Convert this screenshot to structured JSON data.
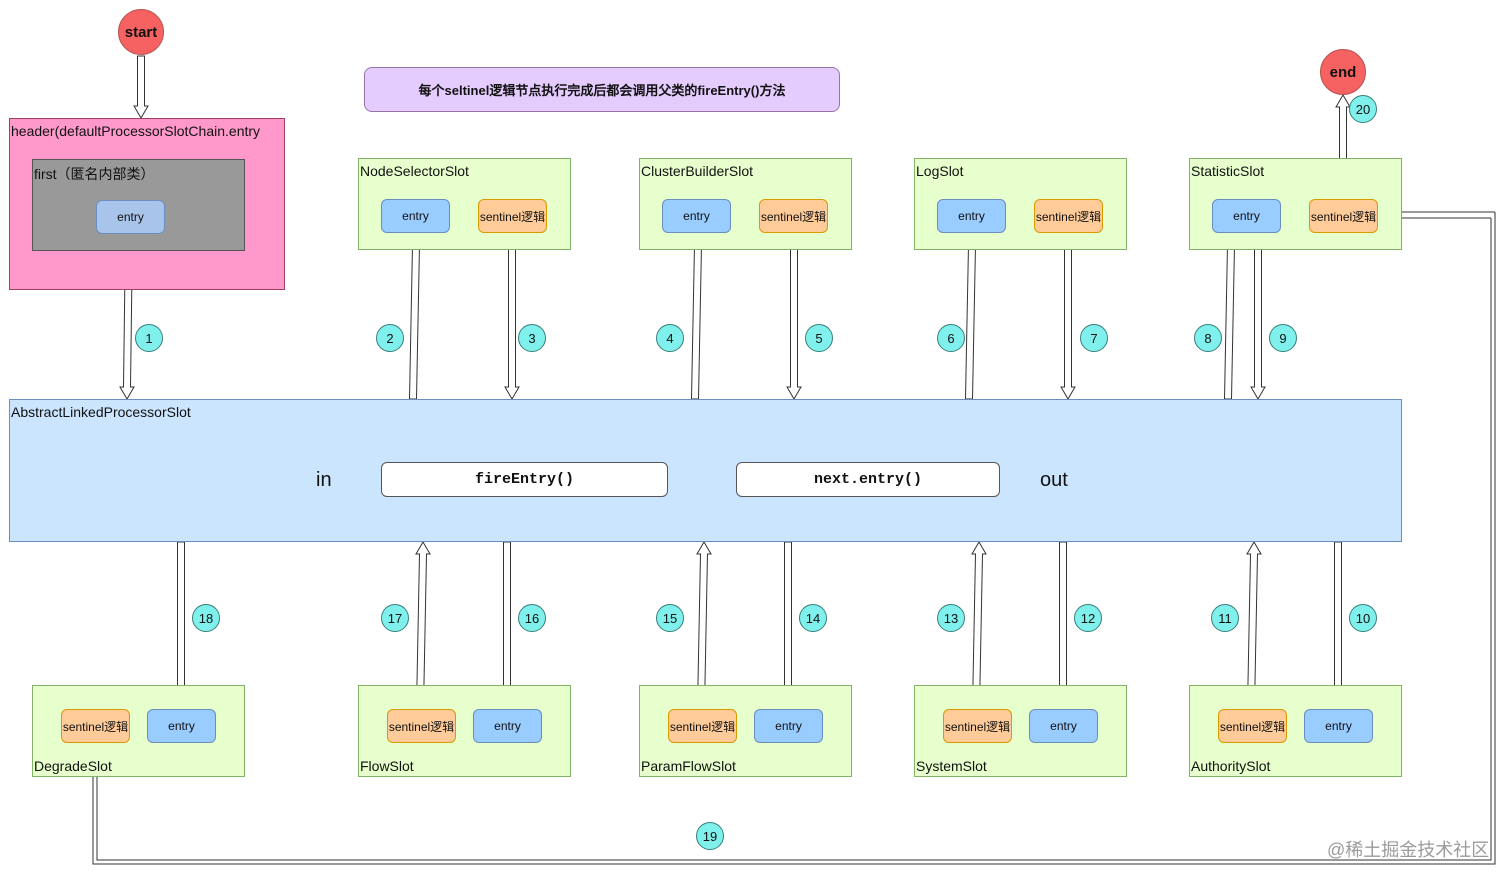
{
  "start_label": "start",
  "end_label": "end",
  "note": "每个seltinel逻辑节点执行完成后都会调用父类的fireEntry()方法",
  "header_box": {
    "title": "header(defaultProcessorSlotChain.entry",
    "inner_title": "first（匿名内部类）",
    "entry_label": "entry"
  },
  "top_slots": [
    {
      "name": "NodeSelectorSlot",
      "entry": "entry",
      "logic": "sentinel逻辑"
    },
    {
      "name": "ClusterBuilderSlot",
      "entry": "entry",
      "logic": "sentinel逻辑"
    },
    {
      "name": "LogSlot",
      "entry": "entry",
      "logic": "sentinel逻辑"
    },
    {
      "name": "StatisticSlot",
      "entry": "entry",
      "logic": "sentinel逻辑"
    }
  ],
  "bottom_slots": [
    {
      "name": "DegradeSlot",
      "entry": "entry",
      "logic": "sentinel逻辑"
    },
    {
      "name": "FlowSlot",
      "entry": "entry",
      "logic": "sentinel逻辑"
    },
    {
      "name": "ParamFlowSlot",
      "entry": "entry",
      "logic": "sentinel逻辑"
    },
    {
      "name": "SystemSlot",
      "entry": "entry",
      "logic": "sentinel逻辑"
    },
    {
      "name": "AuthoritySlot",
      "entry": "entry",
      "logic": "sentinel逻辑"
    }
  ],
  "main": {
    "title": "AbstractLinkedProcessorSlot",
    "in_label": "in",
    "out_label": "out",
    "fire_entry": "fireEntry()",
    "next_entry": "next.entry()"
  },
  "steps": [
    "1",
    "2",
    "3",
    "4",
    "5",
    "6",
    "7",
    "8",
    "9",
    "10",
    "11",
    "12",
    "13",
    "14",
    "15",
    "16",
    "17",
    "18",
    "19",
    "20"
  ],
  "watermark": "@稀土掘金技术社区",
  "colors": {
    "start_end": "#f66262",
    "note": "#e5ccff",
    "header": "#ff99cc",
    "slot": "#e6ffcc",
    "main": "#cce5ff",
    "entry": "#99ccff",
    "logic": "#ffcc99",
    "badge": "#7ff0ec",
    "green_arrow": "#66ff66"
  }
}
